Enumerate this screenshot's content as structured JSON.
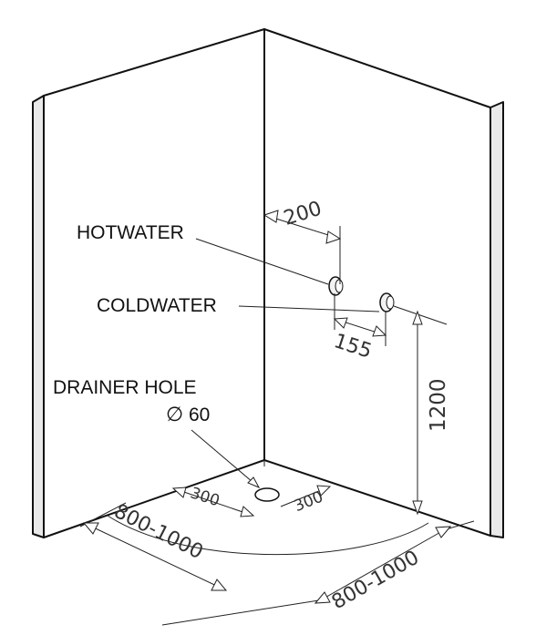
{
  "labels": {
    "hot_water": "HOTWATER",
    "cold_water": "COLDWATER",
    "drainer_hole": "DRAINER HOLE",
    "drainer_diameter": "60",
    "diameter_symbol": "∅"
  },
  "dimensions": {
    "hot_offset": "200",
    "cold_offset": "155",
    "height": "1200",
    "drain_left": "300",
    "drain_right": "300",
    "width_left": "800-1000",
    "width_right": "800-1000"
  }
}
